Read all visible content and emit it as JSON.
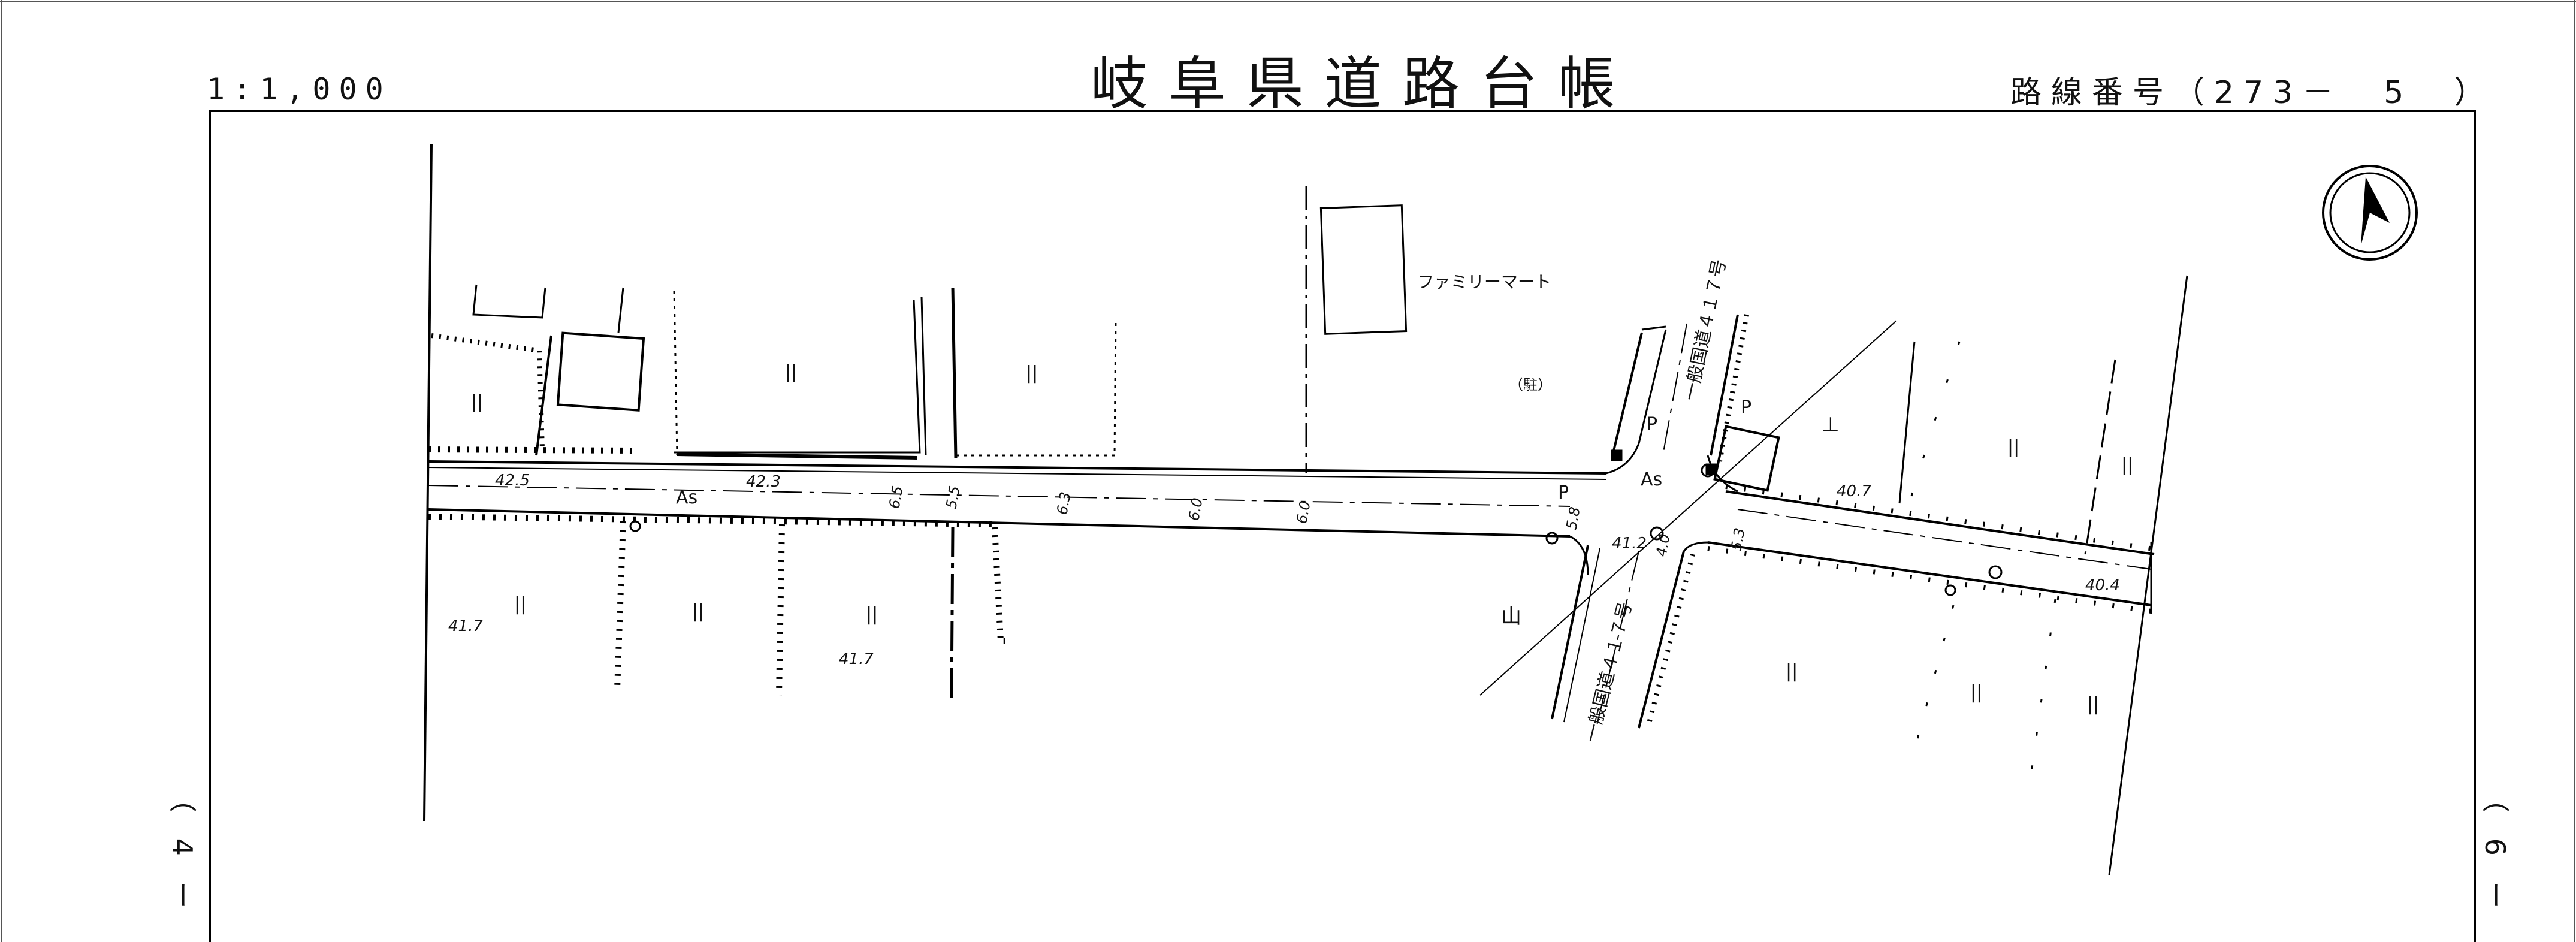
{
  "header": {
    "scale": "1:1,000",
    "title": "岐阜県道路台帳",
    "route": "路線番号（273－　5　）"
  },
  "edges": {
    "left": "（ 4 ー",
    "right": "（ 6 ー"
  },
  "map_labels": {
    "family_mart": "ファミリーマート",
    "parking": "（駐）",
    "road_surface_left": "As",
    "road_surface_right": "As",
    "national_route_north": "一般国道４１７号",
    "national_route_south": "一般国道４１７号",
    "p_upper": "P",
    "p_right": "P",
    "p_left": "P",
    "mountain": "山",
    "school_symbol": "⊥"
  },
  "elevations": {
    "e425": "42.5",
    "e423": "42.3",
    "e417a": "41.7",
    "e417b": "41.7",
    "e412": "41.2",
    "e407": "40.7",
    "e404": "40.4"
  },
  "road_widths": {
    "w65": "6.5",
    "w63": "6.3",
    "w60a": "6.0",
    "w60b": "6.0",
    "w55": "5.5",
    "w58": "5.8",
    "w53": "5.3",
    "w40": "4.0"
  },
  "field_symbol": "||",
  "north_arrow": "north-arrow"
}
